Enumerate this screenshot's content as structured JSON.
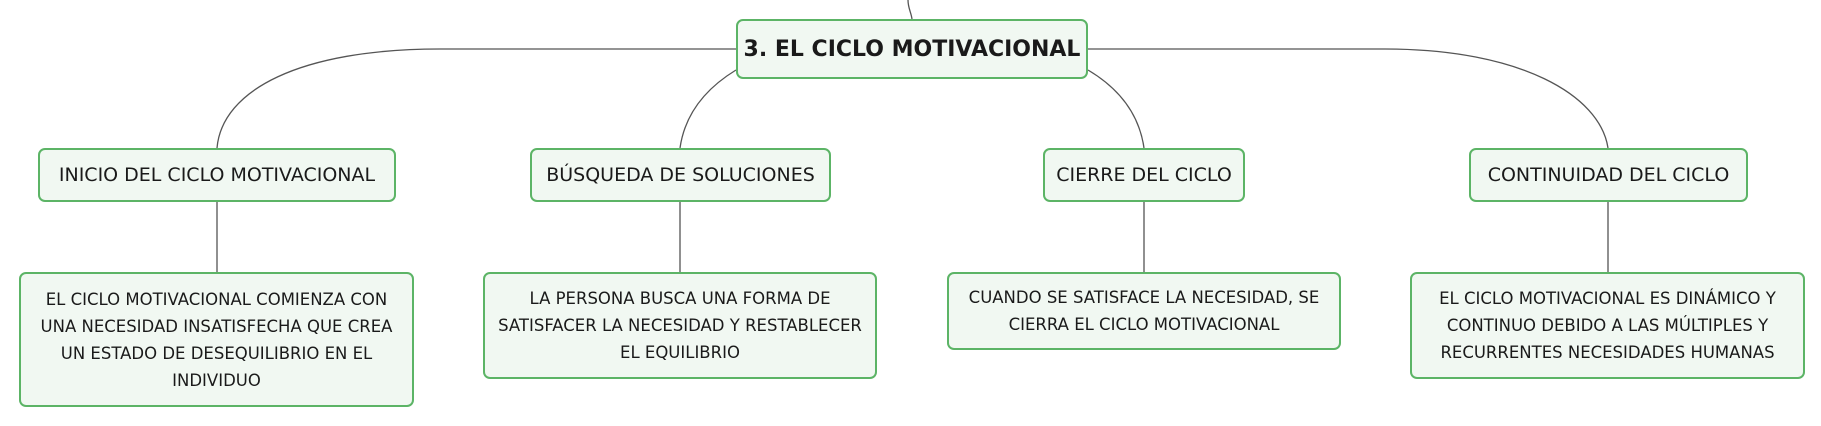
{
  "root": {
    "title": "3. EL CICLO MOTIVACIONAL"
  },
  "branches": [
    {
      "label": "INICIO DEL CICLO MOTIVACIONAL",
      "detail": "EL CICLO MOTIVACIONAL COMIENZA CON UNA NECESIDAD INSATISFECHA QUE CREA UN ESTADO DE DESEQUILIBRIO EN EL INDIVIDUO"
    },
    {
      "label": "BÚSQUEDA DE SOLUCIONES",
      "detail": "LA PERSONA BUSCA UNA FORMA DE SATISFACER LA NECESIDAD Y RESTABLECER EL EQUILIBRIO"
    },
    {
      "label": "CIERRE DEL CICLO",
      "detail": "CUANDO SE SATISFACE LA NECESIDAD, SE CIERRA EL CICLO MOTIVACIONAL"
    },
    {
      "label": "CONTINUIDAD DEL CICLO",
      "detail": "EL CICLO MOTIVACIONAL ES DINÁMICO Y CONTINUO DEBIDO A LAS MÚLTIPLES Y RECURRENTES NECESIDADES HUMANAS"
    }
  ],
  "colors": {
    "node_border": "#5cb466",
    "node_fill": "#f1f8f2",
    "connector": "#555555"
  }
}
